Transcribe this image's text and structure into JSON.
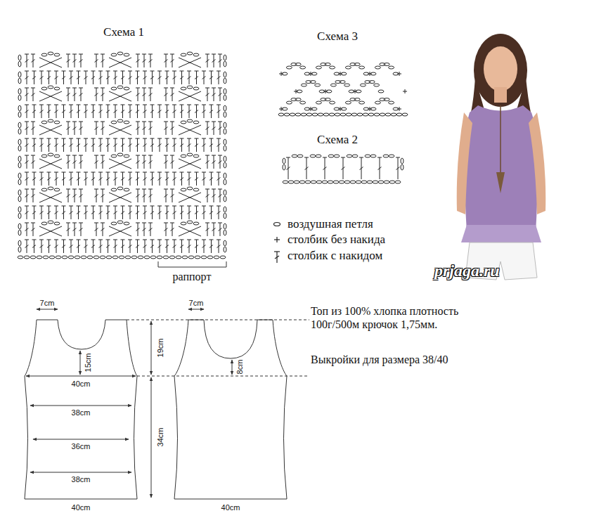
{
  "diagram": {
    "labels": [
      "Схема 1",
      "Схема 3",
      "Схема 2",
      "раппорт",
      "7cm",
      "19cm",
      "15cm",
      "40cm",
      "38cm",
      "36cm",
      "38cm",
      "34cm",
      "40cm",
      "7cm",
      "8cm",
      "40cm",
      "Топ из 100% хлопка плотность 100г/500м крючок 1,75мм.",
      "Выкройки для размера 38/40",
      "prjaga.ru"
    ],
    "legend": [
      {
        "text": "воздушная петля"
      },
      {
        "text": "столбик без накида"
      },
      {
        "text": "столбик с накидом"
      }
    ]
  }
}
